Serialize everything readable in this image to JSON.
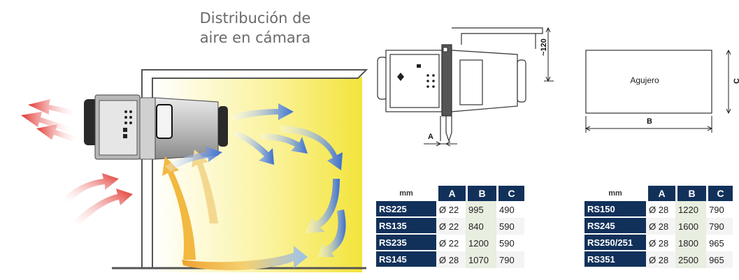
{
  "title_line1": "Distribución de",
  "title_line2": "aire en cámara",
  "dims": {
    "a": "A",
    "b": "B",
    "c": "C",
    "clearance": "~120"
  },
  "hole_label": "Agujero",
  "table_left": {
    "unit": "mm",
    "headers": [
      "A",
      "B",
      "C"
    ],
    "rows": [
      {
        "model": "RS225",
        "a": "Ø 22",
        "b": "995",
        "c": "490"
      },
      {
        "model": "RS135",
        "a": "Ø 22",
        "b": "840",
        "c": "590"
      },
      {
        "model": "RS235",
        "a": "Ø 22",
        "b": "1200",
        "c": "590"
      },
      {
        "model": "RS145",
        "a": "Ø 28",
        "b": "1070",
        "c": "790"
      }
    ]
  },
  "table_right": {
    "unit": "mm",
    "headers": [
      "A",
      "B",
      "C"
    ],
    "rows": [
      {
        "model": "RS150",
        "a": "Ø 28",
        "b": "1220",
        "c": "790"
      },
      {
        "model": "RS245",
        "a": "Ø 28",
        "b": "1600",
        "c": "790"
      },
      {
        "model": "RS250/251",
        "a": "Ø 28",
        "b": "1800",
        "c": "965"
      },
      {
        "model": "RS351",
        "a": "Ø 28",
        "b": "2500",
        "c": "965"
      }
    ]
  },
  "colors": {
    "header_bg": "#12315a",
    "warm_arrow": "#e0302a",
    "cold_arrow": "#3a6fd0",
    "room_yellow": "#f6ea3a"
  }
}
